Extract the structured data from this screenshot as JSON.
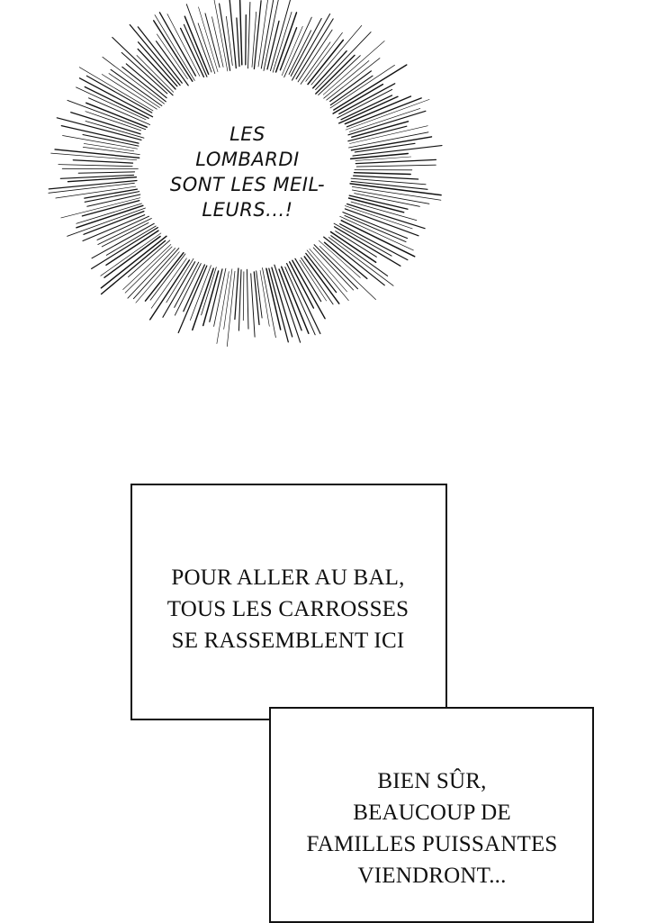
{
  "thought_bubble": {
    "lines": [
      "LES",
      "LOMBARDI",
      "SONT LES MEIL-",
      "LEURS...!"
    ]
  },
  "caption_1": {
    "lines": [
      "POUR ALLER AU BAL,",
      "TOUS LES CARROSSES",
      "SE RASSEMBLENT ICI"
    ]
  },
  "caption_2": {
    "lines": [
      "BIEN SÛR,",
      "BEAUCOUP DE",
      "FAMILLES PUISSANTES",
      "VIENDRONT..."
    ]
  },
  "colors": {
    "ink": "#111111",
    "background": "#ffffff"
  }
}
